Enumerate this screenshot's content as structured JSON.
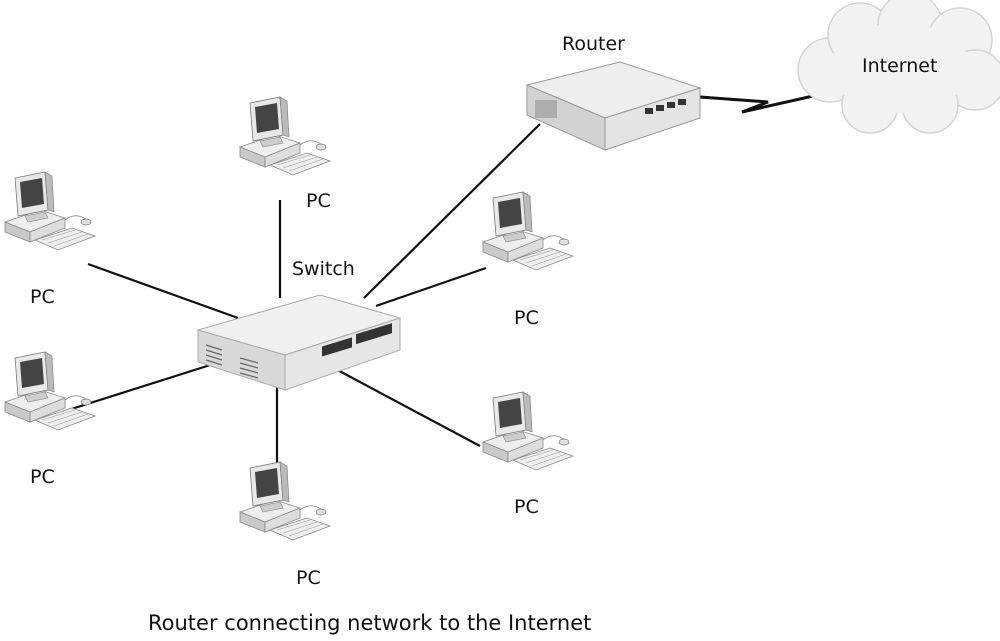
{
  "labels": {
    "router": "Router",
    "internet": "Internet",
    "switch": "Switch",
    "pc": "PC"
  },
  "caption": "Router connecting network to the Internet",
  "colors": {
    "line": "#111111",
    "device": "#e6e6e6",
    "shade": "#bdbdbd"
  }
}
